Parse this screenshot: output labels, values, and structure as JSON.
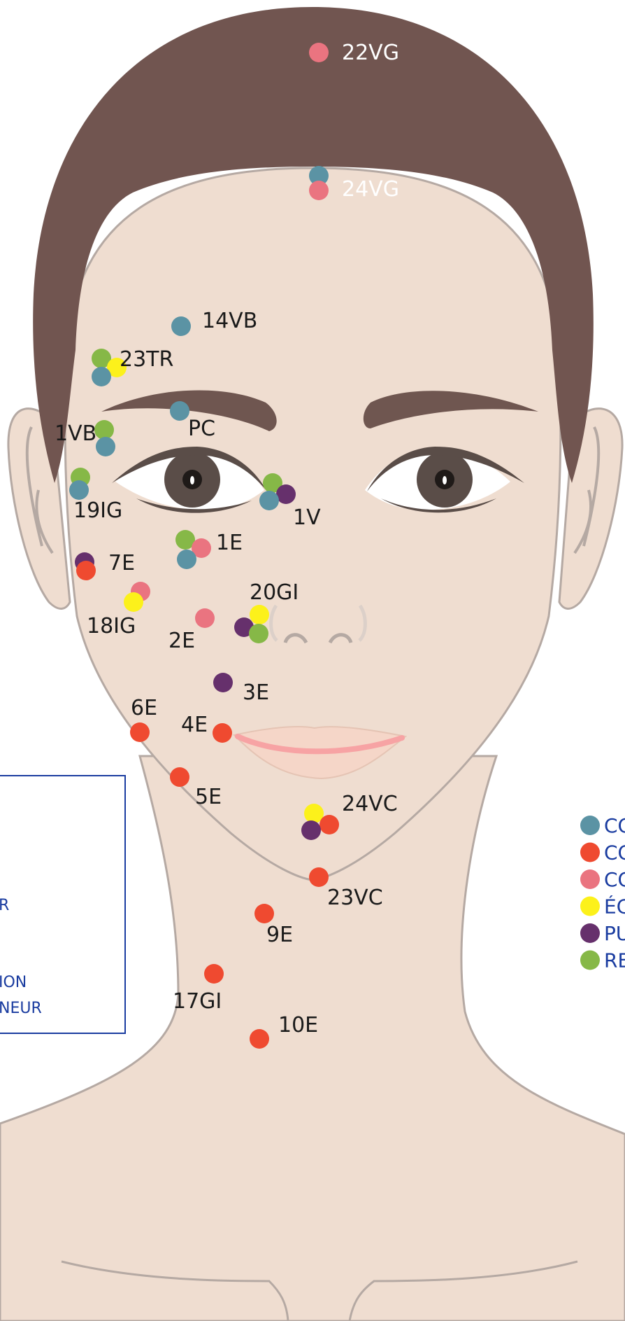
{
  "colors": {
    "hair": "#715550",
    "skin": "#efddd0",
    "outline": "#b5a9a3",
    "brow": "#6f5650",
    "iris": "#5a4d48",
    "lip_line": "#f7a3a4",
    "lip_fill": "#f5d6c8",
    "legend_text": "#1a3ca0",
    "box_border": "#1a3ca0"
  },
  "categories": [
    {
      "key": "blue",
      "label": "CO",
      "color": "#5b93a4"
    },
    {
      "key": "red",
      "label": "CO",
      "color": "#ef4a30"
    },
    {
      "key": "pink",
      "label": "CO",
      "color": "#ea7480"
    },
    {
      "key": "yellow",
      "label": "ÉC",
      "color": "#fcf11b"
    },
    {
      "key": "purple",
      "label": "PU",
      "color": "#66306c"
    },
    {
      "key": "green",
      "label": "RE",
      "color": "#86b847"
    }
  ],
  "side_box_lines": [
    "R",
    "ION",
    "NEUR"
  ],
  "points": [
    {
      "label": "22VG",
      "dots": [
        "pink"
      ]
    },
    {
      "label": "24VG",
      "dots": [
        "blue",
        "pink"
      ]
    },
    {
      "label": "14VB",
      "dots": [
        "blue"
      ]
    },
    {
      "label": "23TR",
      "dots": [
        "green",
        "yellow",
        "blue"
      ]
    },
    {
      "label": "PC",
      "dots": [
        "blue"
      ]
    },
    {
      "label": "1VB",
      "dots": [
        "green",
        "blue"
      ]
    },
    {
      "label": "19IG",
      "dots": [
        "green",
        "blue"
      ]
    },
    {
      "label": "1V",
      "dots": [
        "green",
        "purple",
        "blue"
      ]
    },
    {
      "label": "1E",
      "dots": [
        "green",
        "pink",
        "blue"
      ]
    },
    {
      "label": "7E",
      "dots": [
        "purple",
        "red"
      ]
    },
    {
      "label": "18IG",
      "dots": [
        "pink",
        "yellow"
      ]
    },
    {
      "label": "2E",
      "dots": [
        "pink"
      ]
    },
    {
      "label": "20GI",
      "dots": [
        "yellow",
        "purple",
        "green"
      ]
    },
    {
      "label": "3E",
      "dots": [
        "purple"
      ]
    },
    {
      "label": "6E",
      "dots": [
        "red"
      ]
    },
    {
      "label": "4E",
      "dots": [
        "red"
      ]
    },
    {
      "label": "5E",
      "dots": [
        "red"
      ]
    },
    {
      "label": "24VC",
      "dots": [
        "yellow",
        "red",
        "purple"
      ]
    },
    {
      "label": "23VC",
      "dots": [
        "red"
      ]
    },
    {
      "label": "9E",
      "dots": [
        "red"
      ]
    },
    {
      "label": "17GI",
      "dots": [
        "red"
      ]
    },
    {
      "label": "10E",
      "dots": [
        "red"
      ]
    }
  ]
}
